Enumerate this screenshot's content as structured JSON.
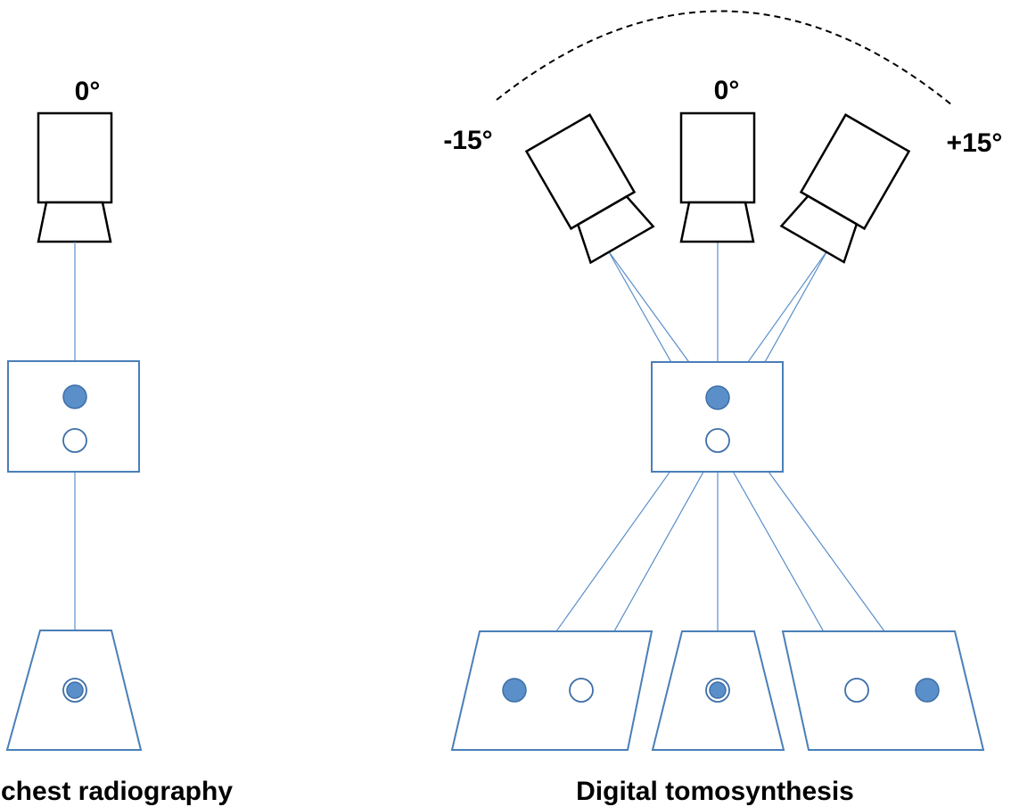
{
  "colors": {
    "ray": "#5b8fc9",
    "lesion_fill": "#5b8fc9",
    "outline_blue": "#4a7fb8",
    "tube_outline": "#000000",
    "background": "#ffffff"
  },
  "left_panel": {
    "angle_label": "0°",
    "caption": "chest radiography"
  },
  "right_panel": {
    "angle_labels": {
      "left": "-15°",
      "center": "0°",
      "right": "+15°"
    },
    "caption": "Digital tomosynthesis"
  }
}
